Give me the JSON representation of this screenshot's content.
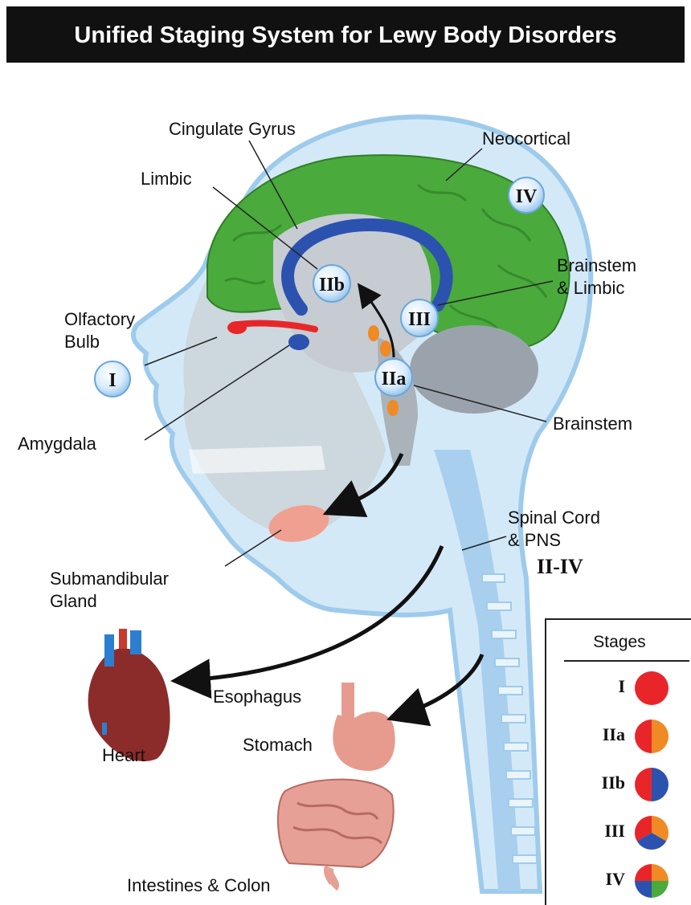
{
  "title": "Unified Staging System for Lewy Body Disorders",
  "labels": {
    "cingulate_gyrus": "Cingulate Gyrus",
    "neocortical": "Neocortical",
    "limbic": "Limbic",
    "brainstem_limbic_line1": "Brainstem",
    "brainstem_limbic_line2": "& Limbic",
    "olfactory_line1": "Olfactory",
    "olfactory_line2": "Bulb",
    "amygdala": "Amygdala",
    "brainstem": "Brainstem",
    "spinal_line1": "Spinal Cord",
    "spinal_line2": "& PNS",
    "spinal_stage": "II-IV",
    "submandibular_line1": "Submandibular",
    "submandibular_line2": "Gland",
    "heart": "Heart",
    "esophagus": "Esophagus",
    "stomach": "Stomach",
    "intestines": "Intestines & Colon"
  },
  "badges": {
    "stage_i": "I",
    "stage_iia": "IIa",
    "stage_iib": "IIb",
    "stage_iii": "III",
    "stage_iv": "IV"
  },
  "legend": {
    "title": "Stages",
    "rows": [
      {
        "label": "I",
        "colors": [
          "#e8262a"
        ]
      },
      {
        "label": "IIa",
        "colors": [
          "#e8262a",
          "#f08a24"
        ]
      },
      {
        "label": "IIb",
        "colors": [
          "#e8262a",
          "#2c52b0"
        ]
      },
      {
        "label": "III",
        "colors": [
          "#e8262a",
          "#f08a24",
          "#2c52b0"
        ]
      },
      {
        "label": "IV",
        "colors": [
          "#e8262a",
          "#f08a24",
          "#2c52b0",
          "#4aaa3c"
        ]
      }
    ]
  },
  "colors": {
    "olfactory": "#e8262a",
    "brainstem": "#f08a24",
    "limbic": "#2c52b0",
    "neocortex": "#4aaa3c",
    "gland": "#f0a090",
    "head": "#cfe6f6"
  }
}
